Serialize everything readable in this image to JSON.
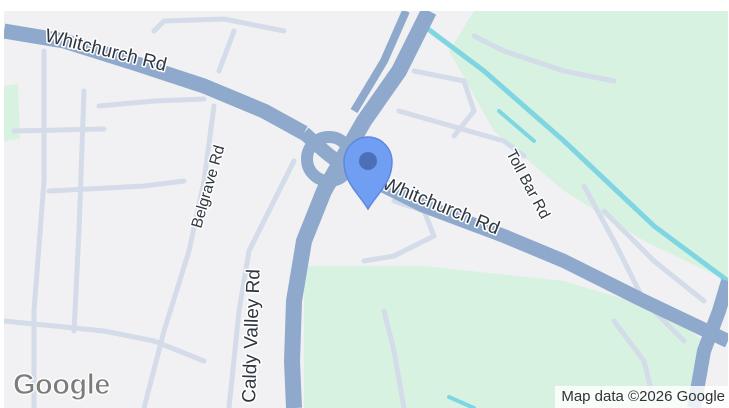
{
  "map": {
    "brand": "Google",
    "attribution": "Map data ©2026 Google",
    "labels": {
      "whitchurch_rd_west": "Whitchurch Rd",
      "whitchurch_rd_east": "Whitchurch Rd",
      "belgrave_rd": "Belgrave Rd",
      "caldy_valley_rd": "Caldy Valley Rd",
      "toll_bar_rd": "Toll Bar Rd"
    },
    "marker": {
      "icon": "location-pin-icon",
      "color": "#6f9ef2"
    },
    "colors": {
      "land": "#f1f1f3",
      "park": "#d8f2e1",
      "major_road": "#8ea9cc",
      "minor_road": "#d3dce8",
      "water": "#7fd6e2"
    }
  }
}
